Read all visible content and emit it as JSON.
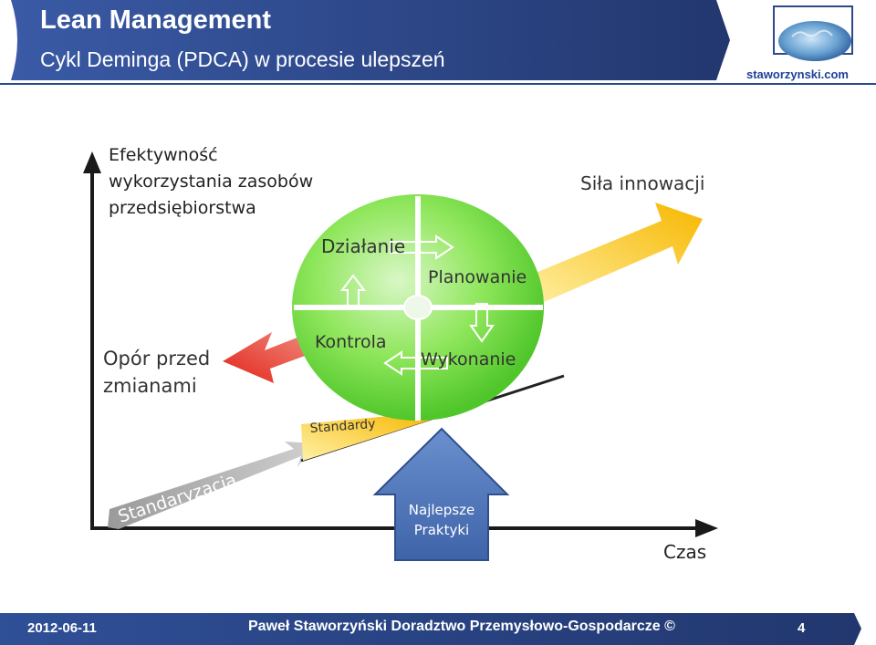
{
  "header": {
    "title": "Lean Management",
    "subtitle": "Cykl Deminga (PDCA) w procesie ulepszeń",
    "brand": "staworzynski.com",
    "colors": {
      "bar": "#2c4a8e",
      "brand": "#1f3f97"
    }
  },
  "diagram": {
    "y_axis_label_lines": [
      "Efektywność",
      "wykorzystania zasobów",
      "przedsiębiorstwa"
    ],
    "x_axis_label": "Czas",
    "innovation_label": "Siła innowacji",
    "resistance_label_lines": [
      "Opór przed",
      "zmianami"
    ],
    "standards_label": "Standardy",
    "standardization_label": "Standaryzacja",
    "best_practices_lines": [
      "Najlepsze",
      "Praktyki"
    ],
    "pdca": {
      "act": "Działanie",
      "plan": "Planowanie",
      "check": "Kontrola",
      "do": "Wykonanie"
    },
    "colors": {
      "circle": "#6ddc3c",
      "innovation_arrow": "#f5b800",
      "resistance_arrow": "#e8251d",
      "standards": "#f5b800",
      "standardization": "#b9b9b9",
      "best_practices": "#4e74b8"
    }
  },
  "footer": {
    "date": "2012-06-11",
    "author": "Paweł Staworzyński Doradztwo Przemysłowo-Gospodarcze ©",
    "page": "4"
  }
}
